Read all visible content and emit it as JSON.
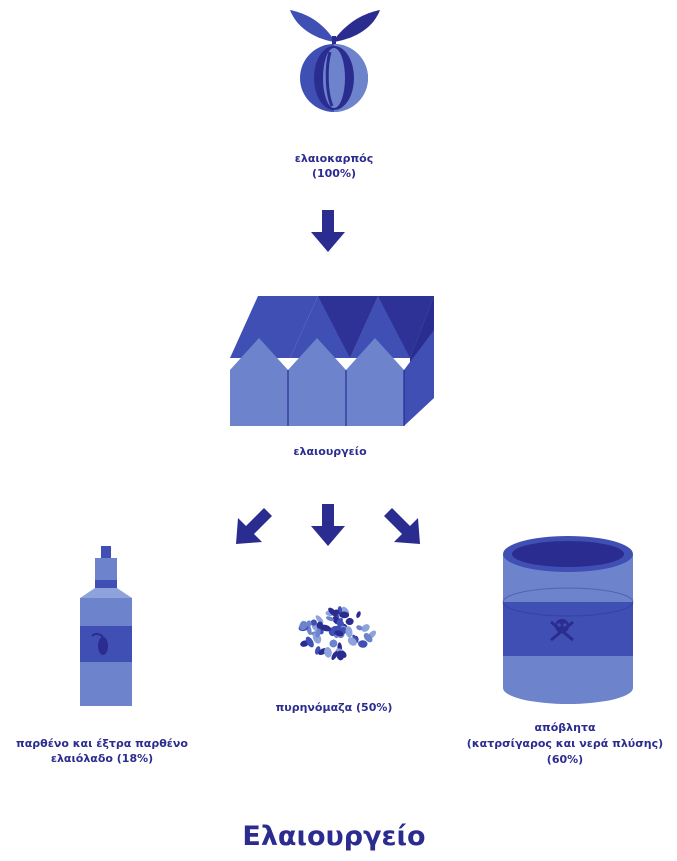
{
  "nodes": {
    "fruit": {
      "icon": "olive-fruit-icon",
      "label": "ελαιοκαρπός",
      "value": "(100%)"
    },
    "mill": {
      "icon": "olive-mill-factory-icon",
      "label": "ελαιουργείο"
    },
    "oil": {
      "icon": "olive-oil-bottle-icon",
      "line1": "παρθένο και έξτρα παρθένο",
      "line2": "ελαιόλαδο (18%)"
    },
    "pomace": {
      "icon": "olive-pomace-pile-icon",
      "label": "πυρηνόμαζα (50%)"
    },
    "waste": {
      "icon": "waste-barrel-icon",
      "line1": "απόβλητα",
      "line2": "(κατρσίγαρος και νερά πλύσης)",
      "line3": "(60%)"
    }
  },
  "arrows": [
    "arrow-down-icon",
    "arrow-down-left-icon",
    "arrow-down-icon",
    "arrow-down-right-icon"
  ],
  "title": "Ελαιουργείο",
  "colors": {
    "dark": "#2b2c8f",
    "mid": "#3f4fb4",
    "light": "#6d84cc",
    "pale": "#8ea2dc"
  }
}
